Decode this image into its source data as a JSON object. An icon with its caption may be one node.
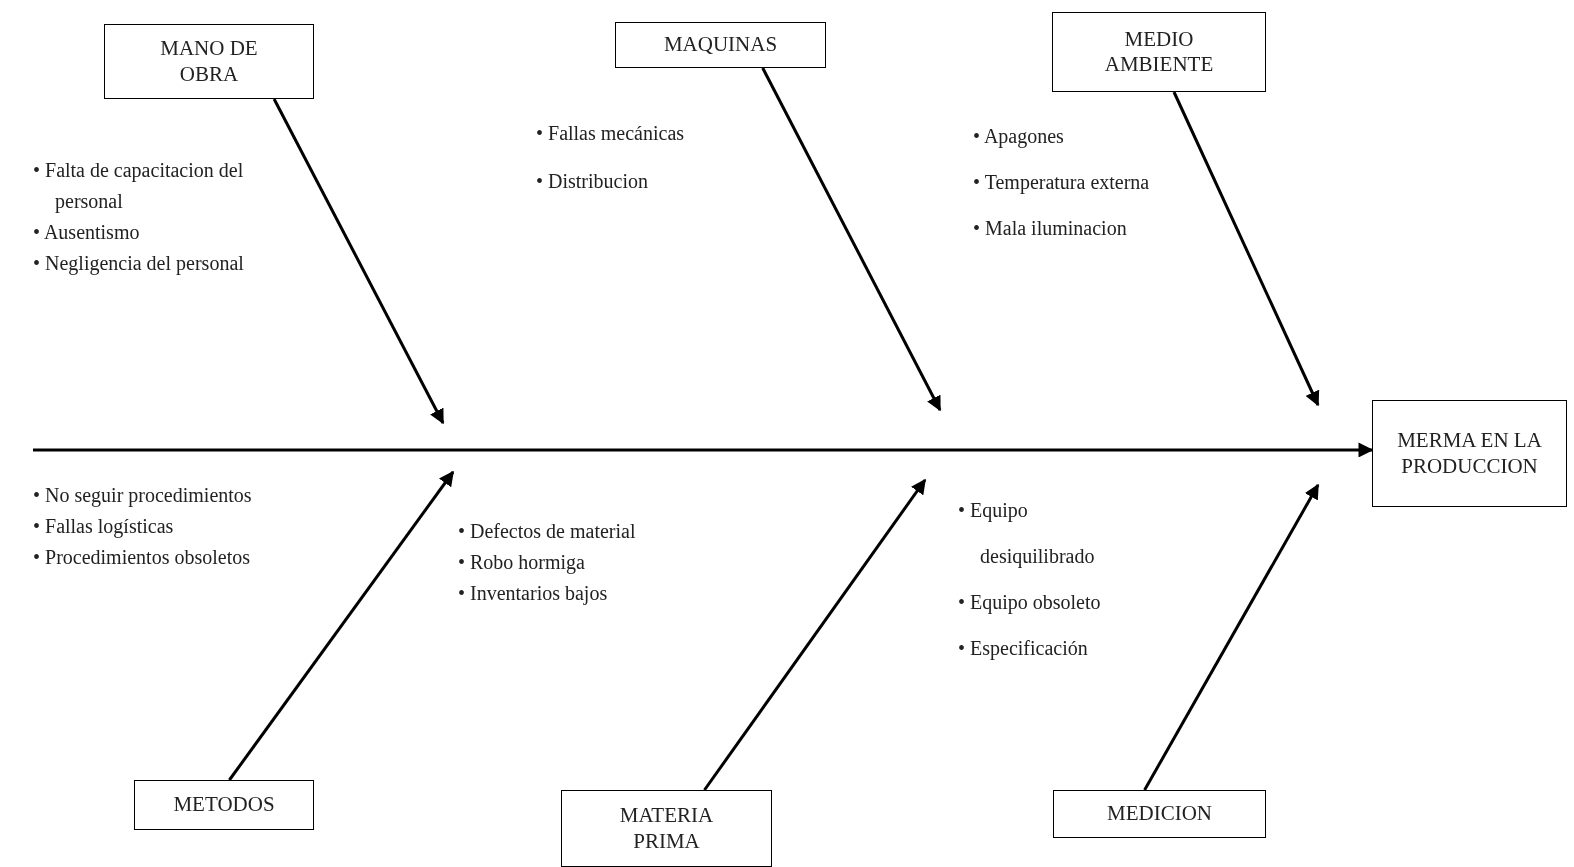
{
  "diagram": {
    "nodes": [
      {
        "text": [
          "MANO DE OBRA"
        ]
      },
      {
        "text": [
          "MAQUINAS"
        ]
      },
      {
        "text": [
          "MEDIO AMBIENTE"
        ]
      },
      {
        "text": [
          "MERMA EN LA PRODUCCION"
        ]
      },
      {
        "text": [
          "METODOS"
        ]
      },
      {
        "text": [
          "MATERIA PRIMA"
        ]
      },
      {
        "text": [
          "MEDICION"
        ]
      }
    ],
    "edges": [
      {
        "from": null,
        "to": 3,
        "arrow": "to"
      },
      {
        "from": 0,
        "to": null,
        "arrow": "to"
      },
      {
        "from": 1,
        "to": null,
        "arrow": "to"
      },
      {
        "from": 2,
        "to": null,
        "arrow": "to"
      },
      {
        "from": 4,
        "to": null,
        "arrow": "to"
      },
      {
        "from": 5,
        "to": null,
        "arrow": "to"
      },
      {
        "from": 6,
        "to": null,
        "arrow": "to"
      }
    ],
    "labels": [
      "• Falta de capacitacion del personal",
      "• Ausentismo",
      "• Negligencia del personal",
      "• Fallas mecánicas",
      "• Distribucion",
      "• Apagones",
      "• Temperatura externa",
      "• Mala iluminacion",
      "• No seguir procedimientos",
      "• Fallas logísticas",
      "• Procedimientos obsoletos",
      "• Defectos de material",
      "• Robo hormiga",
      "• Inventarios bajos",
      "• Equipo desiquilibrado",
      "• Equipo obsoleto",
      "• Especificación"
    ]
  }
}
